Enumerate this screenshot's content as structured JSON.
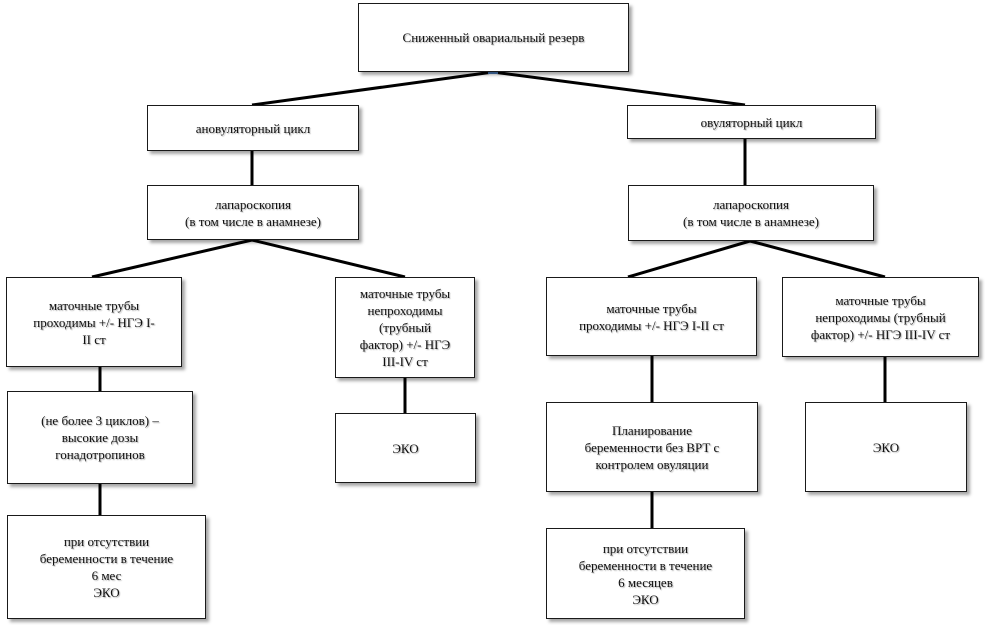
{
  "diagram": {
    "nodes": {
      "root": "Сниженный  овариальный резерв",
      "anov": "ановуляторный цикл",
      "ov": "овуляторный    цикл",
      "lap_left": "лапароскопия\n(в том числе в анамнезе)",
      "lap_right": "лапароскопия\n(в том числе в анамнезе)",
      "tubes_pass_left": "маточные трубы\nпроходимы +/- НГЭ I-\nII ст",
      "tubes_block_left": "маточные трубы\nнепроходимы\n(трубный\nфактор) +/- НГЭ\nIII-IV ст",
      "tubes_pass_right": "маточные трубы\nпроходимы +/- НГЭ I-II ст",
      "tubes_block_right": "маточные трубы\nнепроходимы (трубный\nфактор) +/- НГЭ III-IV ст",
      "high_doses": "(не более 3 циклов) –\nвысокие дозы\nгонадотропинов",
      "eko_left": "ЭКО",
      "planning": "Планирование\nбеременности без ВРТ с\nконтролем овуляции",
      "eko_right": "ЭКО",
      "no_preg_left": "при отсутствии\nбеременности в течение\n6 мес\nЭКО",
      "no_preg_right": "при отсутствии\nбеременности в течение\n6 месяцев\nЭКО"
    }
  }
}
